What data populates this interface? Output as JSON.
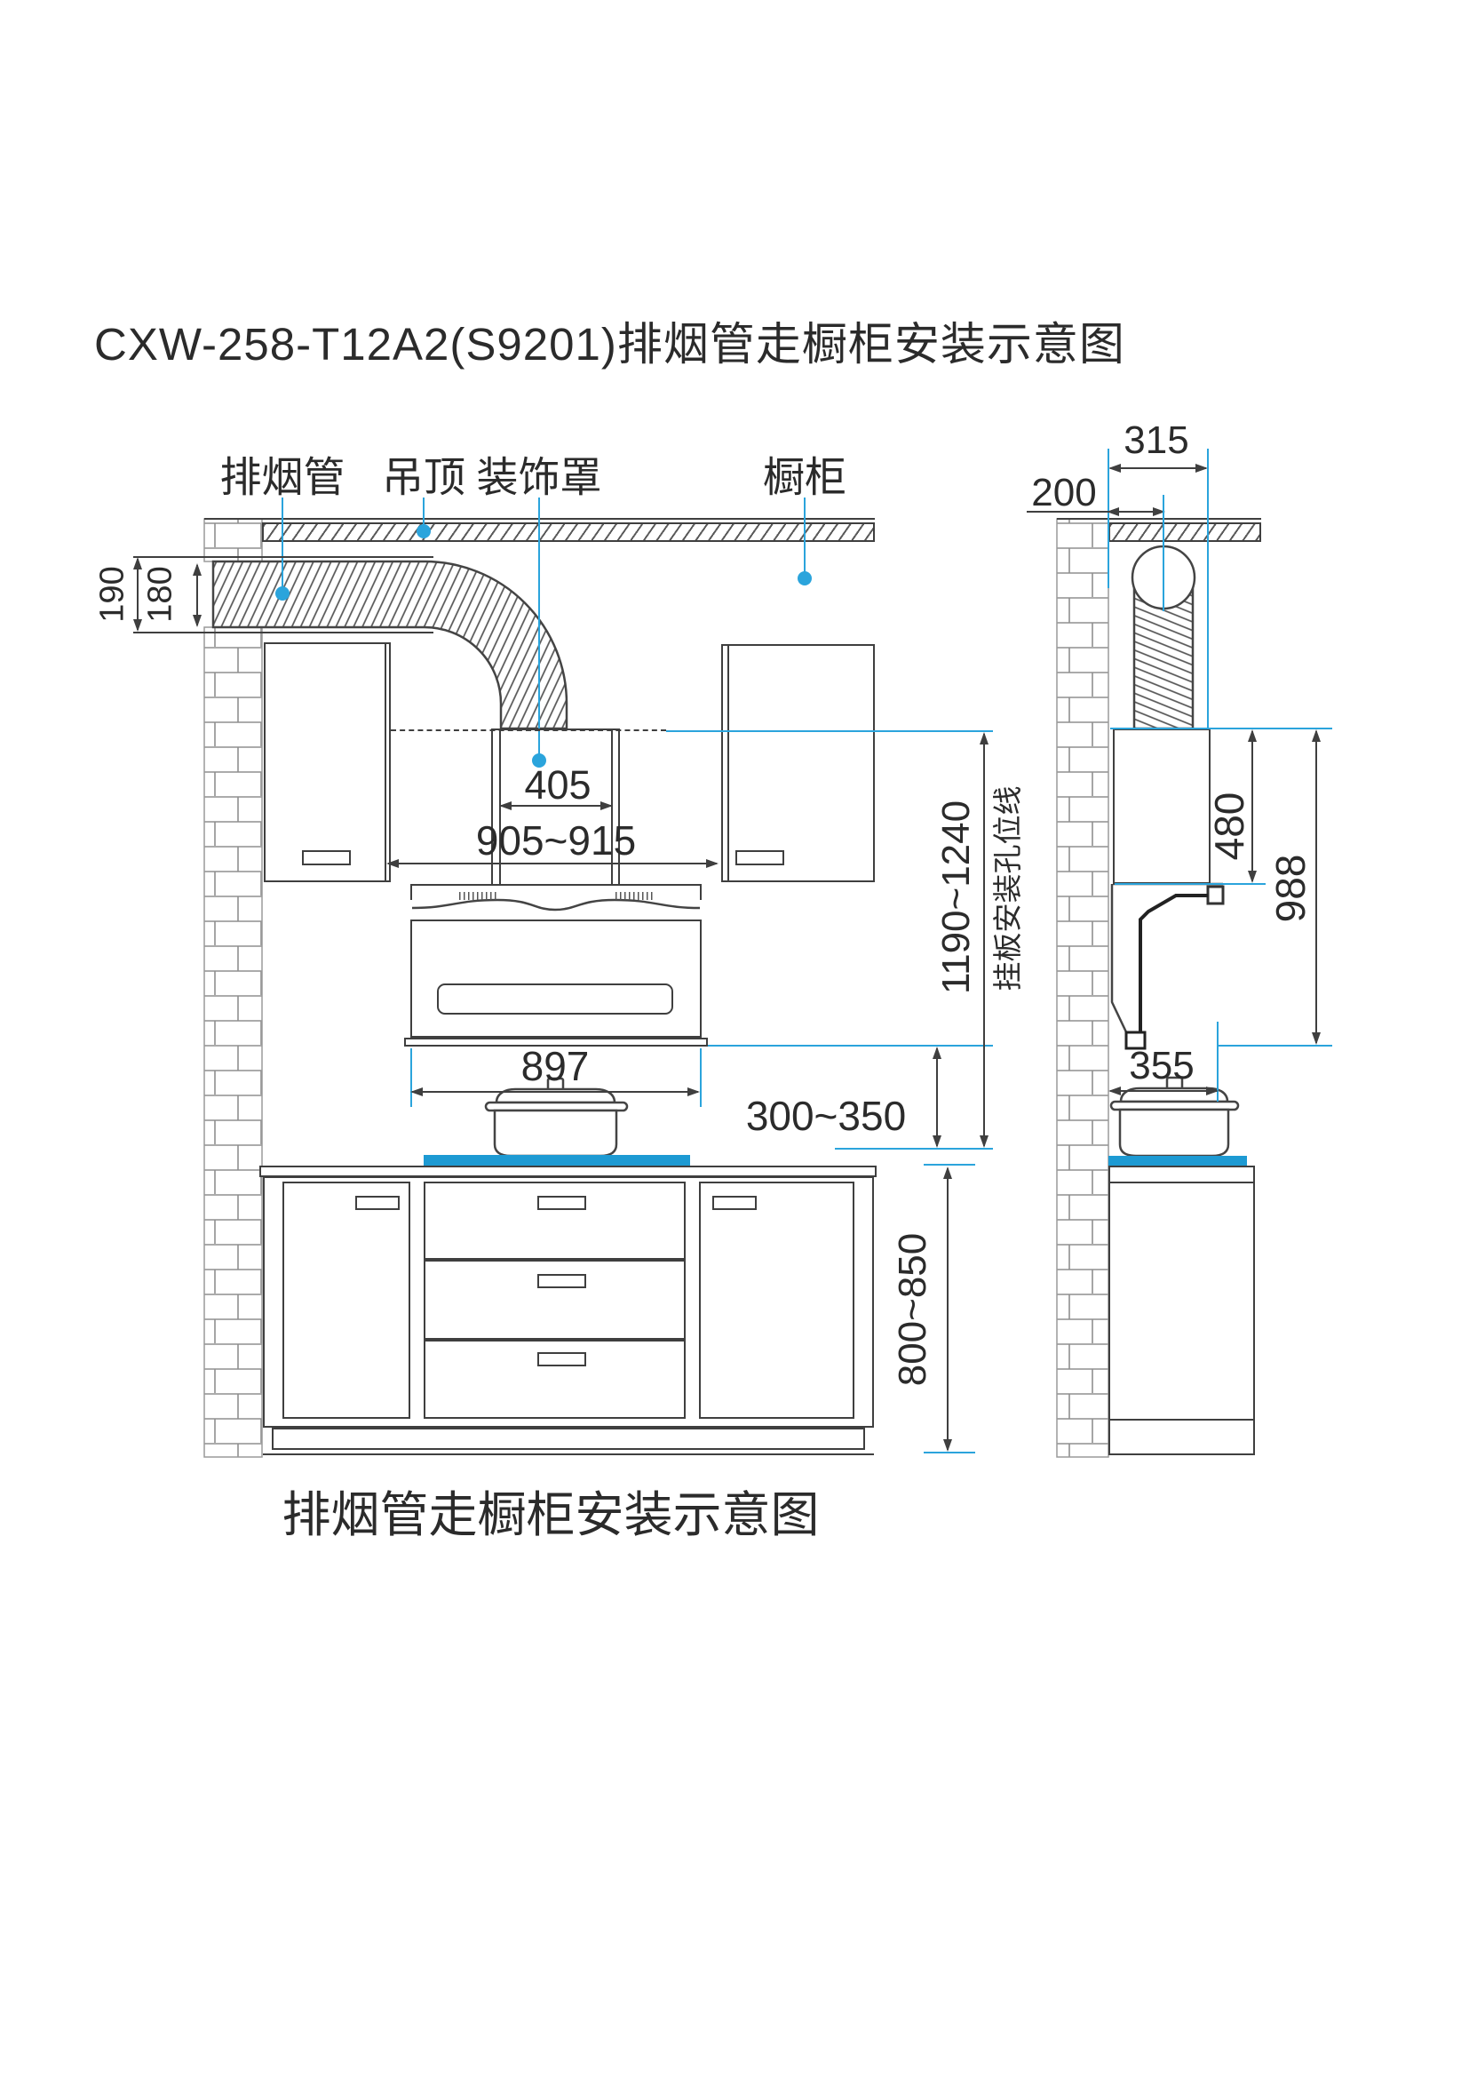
{
  "title": "CXW-258-T12A2(S9201)排烟管走橱柜安装示意图",
  "caption": "排烟管走橱柜安装示意图",
  "part_labels": {
    "smoke_duct": "排烟管",
    "ceiling": "吊顶",
    "decor_cover": "装饰罩",
    "cabinet": "橱柜"
  },
  "front_view": {
    "dims": {
      "duct_outer_height": "190",
      "duct_inner_height": "180",
      "cover_top_width": "405",
      "cabinet_opening_width": "905~915",
      "hood_width": "897",
      "hood_to_cooktop_gap": "300~350",
      "cooktop_to_hang_line": "1190~1240",
      "hang_line_label": "挂板安装孔位线",
      "counter_height": "800~850"
    }
  },
  "side_view": {
    "dims": {
      "cover_depth": "315",
      "wall_to_duct_center": "200",
      "cover_height": "480",
      "cover_plus_hood_height": "988",
      "hood_depth": "355"
    }
  },
  "colors": {
    "accent_blue": "#2BA4DC",
    "cooktop_blue": "#1D9AD3",
    "line_dark": "#3F3F3F"
  }
}
